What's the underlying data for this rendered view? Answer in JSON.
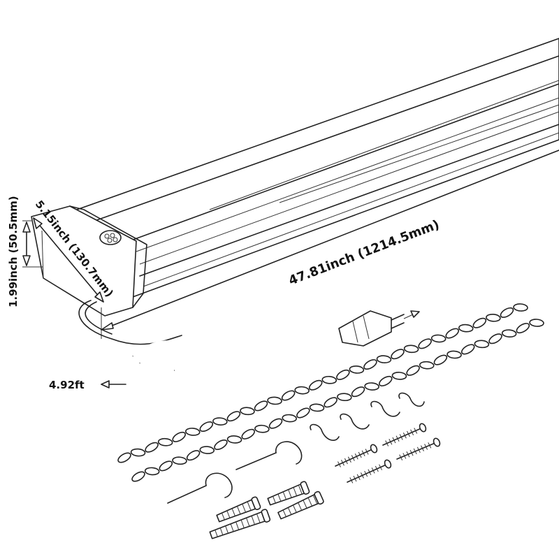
{
  "dimensions": {
    "height": "1.99inch (50.5mm)",
    "width": "5.15inch (130.7mm)",
    "length": "47.81inch (1214.5mm)",
    "cord_length": "4.92ft"
  },
  "colors": {
    "line": "#222222",
    "background": "#ffffff"
  }
}
